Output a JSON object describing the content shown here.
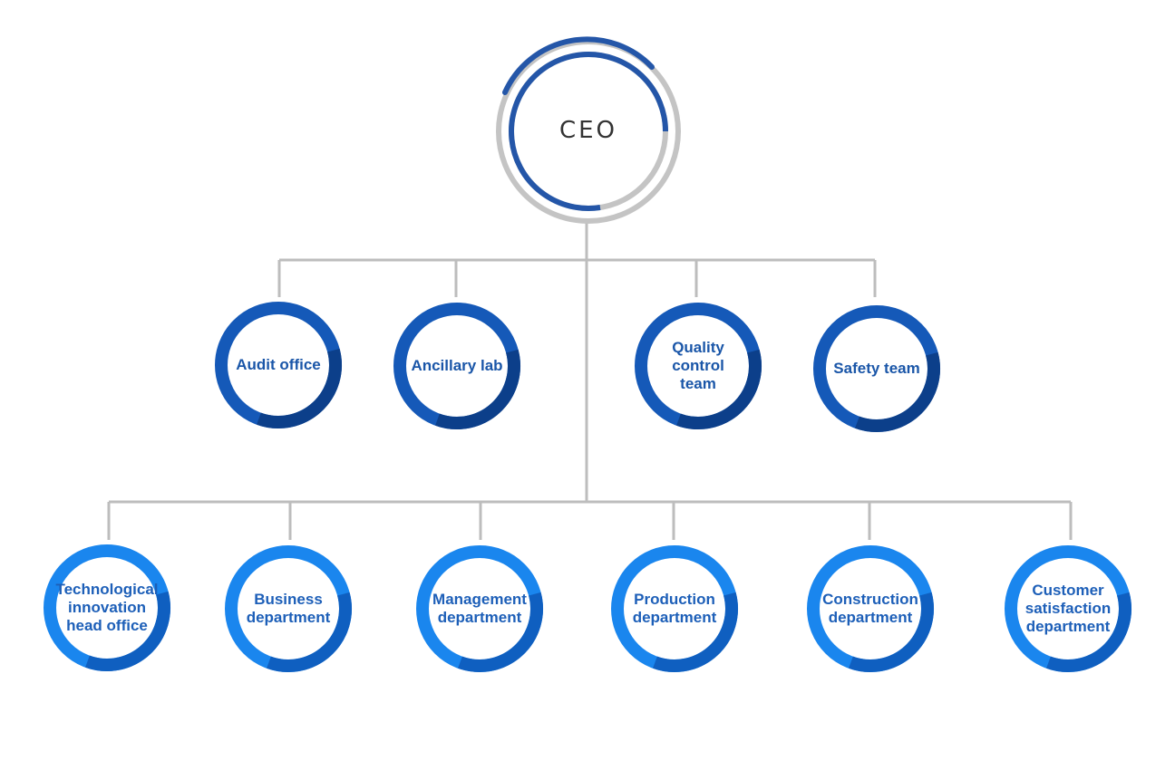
{
  "ceo": {
    "label": "CEO"
  },
  "tier1": [
    {
      "key": "audit-office",
      "label": "Audit office"
    },
    {
      "key": "ancillary-lab",
      "label": "Ancillary lab"
    },
    {
      "key": "quality-control-team",
      "label": "Quality\ncontrol\nteam"
    },
    {
      "key": "safety-team",
      "label": "Safety team"
    }
  ],
  "tier2": [
    {
      "key": "technological-innovation-head-office",
      "label": "Technological\ninnovation\nhead office"
    },
    {
      "key": "business-department",
      "label": "Business\ndepartment"
    },
    {
      "key": "management-department",
      "label": "Management\ndepartment"
    },
    {
      "key": "production-department",
      "label": "Production\ndepartment"
    },
    {
      "key": "construction-department",
      "label": "Construction\ndepartment"
    },
    {
      "key": "customer-satisfaction-department",
      "label": "Customer\nsatisfaction\ndepartment"
    }
  ],
  "colors": {
    "connector": "#bdbdbd",
    "ceo_ring_outer": "#c4c4c4",
    "ceo_ring_accent": "#2456a8",
    "tier1_ring": "#1559b8",
    "tier1_ring_shadow": "#0c3f8a",
    "tier2_ring": "#1a86ee",
    "tier2_ring_shadow": "#0f5fc0"
  }
}
